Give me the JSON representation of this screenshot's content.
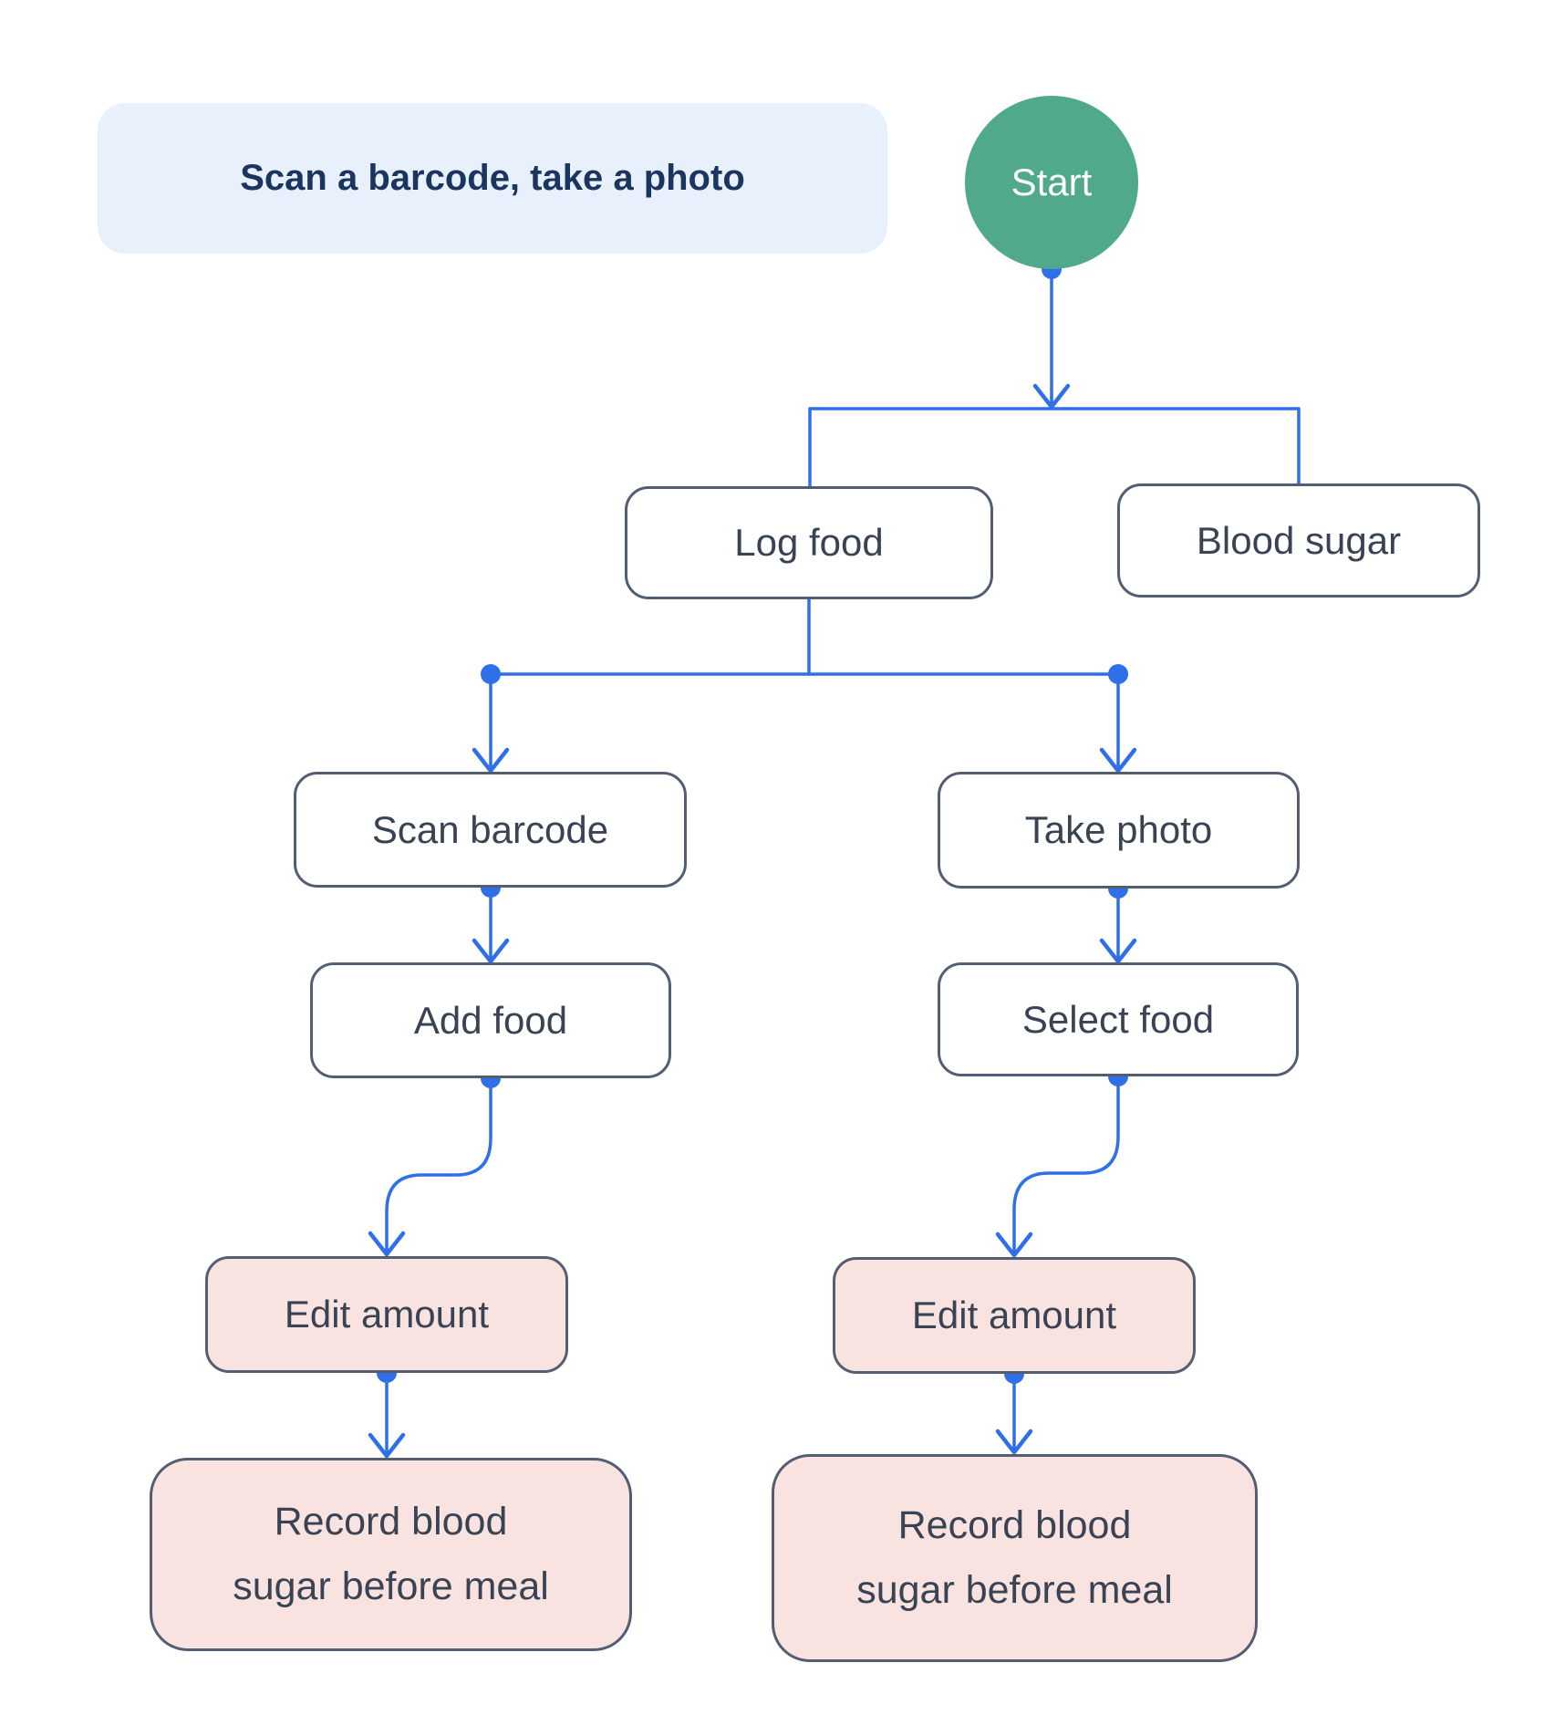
{
  "title_callout": {
    "text": "Scan a barcode, take a photo"
  },
  "nodes": {
    "start": {
      "label": "Start"
    },
    "log_food": {
      "label": "Log food"
    },
    "blood_sugar": {
      "label": "Blood sugar"
    },
    "scan_barcode": {
      "label": "Scan barcode"
    },
    "take_photo": {
      "label": "Take photo"
    },
    "add_food": {
      "label": "Add food"
    },
    "select_food": {
      "label": "Select food"
    },
    "edit_amount_left": {
      "label": "Edit amount"
    },
    "edit_amount_right": {
      "label": "Edit amount"
    },
    "record_left": {
      "lines": [
        "Record blood",
        "sugar before meal"
      ]
    },
    "record_right": {
      "lines": [
        "Record blood",
        "sugar before meal"
      ]
    }
  },
  "colors": {
    "connector_blue": "#2F70E8",
    "node_border_slate": "#535E72",
    "node_text": "#3A4354",
    "start_green": "#4FA98A",
    "start_text": "#FFFFFF",
    "highlight_pink": "#F8E3E0",
    "callout_background": "#E8F1FB",
    "callout_text": "#1B355F",
    "background": "#FFFFFF"
  }
}
